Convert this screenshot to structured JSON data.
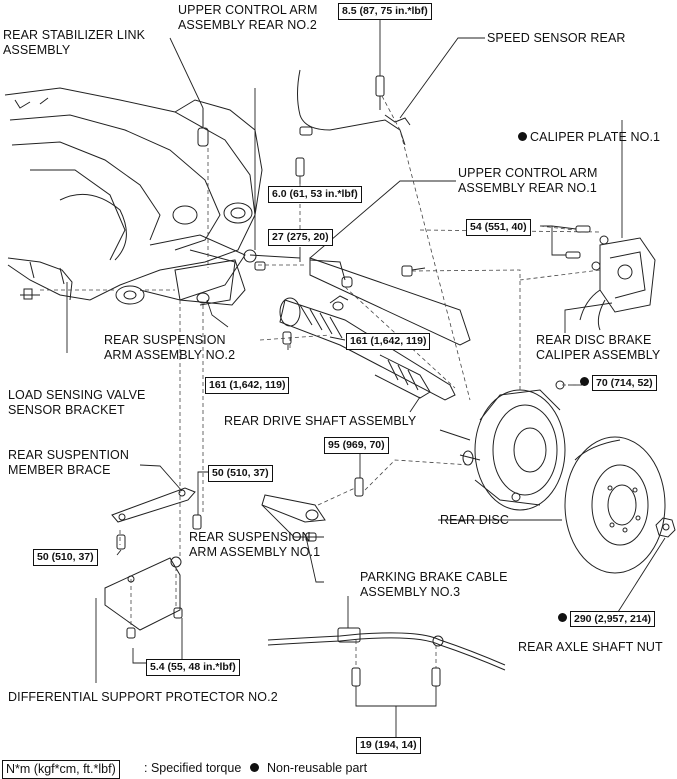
{
  "labels": {
    "rear_stabilizer_link": "REAR STABILIZER LINK\nASSEMBLY",
    "upper_control_arm_no2": "UPPER CONTROL ARM\nASSEMBLY REAR NO.2",
    "speed_sensor_rear": "SPEED SENSOR REAR",
    "caliper_plate": "CALIPER PLATE NO.1",
    "upper_control_arm_no1": "UPPER CONTROL ARM\nASSEMBLY REAR NO.1",
    "rear_disc_brake_caliper": "REAR DISC BRAKE\nCALIPER ASSEMBLY",
    "rear_suspension_arm_no2": "REAR SUSPENSION\nARM ASSEMBLY NO.2",
    "load_sensing_valve": "LOAD SENSING VALVE\nSENSOR BRACKET",
    "rear_drive_shaft": "REAR DRIVE SHAFT ASSEMBLY",
    "rear_suspension_member_brace": "REAR SUSPENTION\nMEMBER BRACE",
    "rear_disc": "REAR DISC",
    "rear_suspension_arm_no1": "REAR SUSPENSION\nARM ASSEMBLY NO.1",
    "parking_brake_cable": "PARKING BRAKE CABLE\nASSEMBLY NO.3",
    "rear_axle_shaft_nut": "REAR AXLE SHAFT NUT",
    "differential_support_protector": "DIFFERENTIAL SUPPORT PROTECTOR NO.2"
  },
  "torques": {
    "t_speed_sensor_bolt": "8.5 (87, 75 in.*lbf)",
    "t_speed_sensor_clamp": "6.0 (61, 53 in.*lbf)",
    "t_upper_arm_no2": "27 (275, 20)",
    "t_caliper": "54 (551, 40)",
    "t_drive_shaft_outer": "161 (1,642, 119)",
    "t_drive_shaft_inner": "161 (1,642, 119)",
    "t_upper_arm_no1": "70 (714, 52)",
    "t_arm_no1": "95 (969, 70)",
    "t_brace_right": "50 (510, 37)",
    "t_brace_left": "50 (510, 37)",
    "t_axle_nut": "290 (2,957, 214)",
    "t_protector": "5.4 (55, 48 in.*lbf)",
    "t_parking_cable": "19 (194, 14)"
  },
  "legend": {
    "torque_unit": "N*m (kgf*cm, ft.*lbf)",
    "torque_desc": ": Specified torque",
    "non_reusable": "Non-reusable part"
  }
}
